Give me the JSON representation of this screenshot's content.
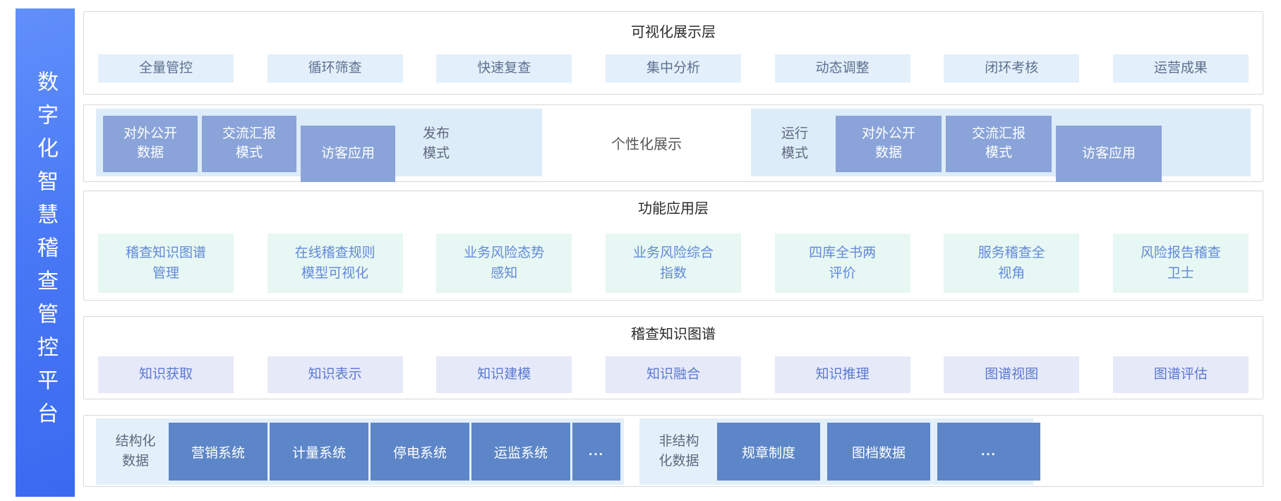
{
  "sidebar": {
    "title": "数字化智慧稽查管控平台"
  },
  "visualization_layer": {
    "title": "可视化展示层",
    "items": [
      "全量管控",
      "循环筛查",
      "快速复查",
      "集中分析",
      "动态调整",
      "闭环考核",
      "运营成果"
    ]
  },
  "display_layer": {
    "publish_group": {
      "boxes": [
        "对外公开\n数据",
        "交流汇报\n模式",
        "访客应用"
      ],
      "label": "发布\n模式"
    },
    "center_label": "个性化展示",
    "run_group": {
      "label": "运行\n模式",
      "boxes": [
        "对外公开\n数据",
        "交流汇报\n模式",
        "访客应用"
      ]
    }
  },
  "function_layer": {
    "title": "功能应用层",
    "items": [
      "稽查知识图谱\n管理",
      "在线稽查规则\n模型可视化",
      "业务风险态势\n感知",
      "业务风险综合\n指数",
      "四库全书两\n评价",
      "服务稽查全\n视角",
      "风险报告稽查\n卫士"
    ]
  },
  "knowledge_graph_layer": {
    "title": "稽查知识图谱",
    "items": [
      "知识获取",
      "知识表示",
      "知识建模",
      "知识融合",
      "知识推理",
      "图谱视图",
      "图谱评估"
    ]
  },
  "data_layer": {
    "structured": {
      "label": "结构化\n数据",
      "items": [
        "营销系统",
        "计量系统",
        "停电系统",
        "运监系统",
        "..."
      ]
    },
    "unstructured": {
      "label": "非结构\n化数据",
      "items": [
        "规章制度",
        "图档数据",
        "..."
      ]
    }
  },
  "colors": {
    "sidebar_gradient_top": "#6190fb",
    "sidebar_gradient_bottom": "#3a6af0",
    "card_border": "#d8d8d8",
    "light_blue_item": "#e3effa",
    "mode_group_bg": "#ddecf9",
    "mode_dark_box": "#8aa4d9",
    "mint_item": "#e7f7f3",
    "lavender_item": "#e6e9f8",
    "data_group_bg": "#e3f0fa",
    "data_dark_box": "#5d86c8",
    "blue_item_text": "#6289d9",
    "lavender_item_text": "#5b79d2",
    "gray_blue_text": "#5d7090",
    "title_text": "#2b2b2b"
  }
}
